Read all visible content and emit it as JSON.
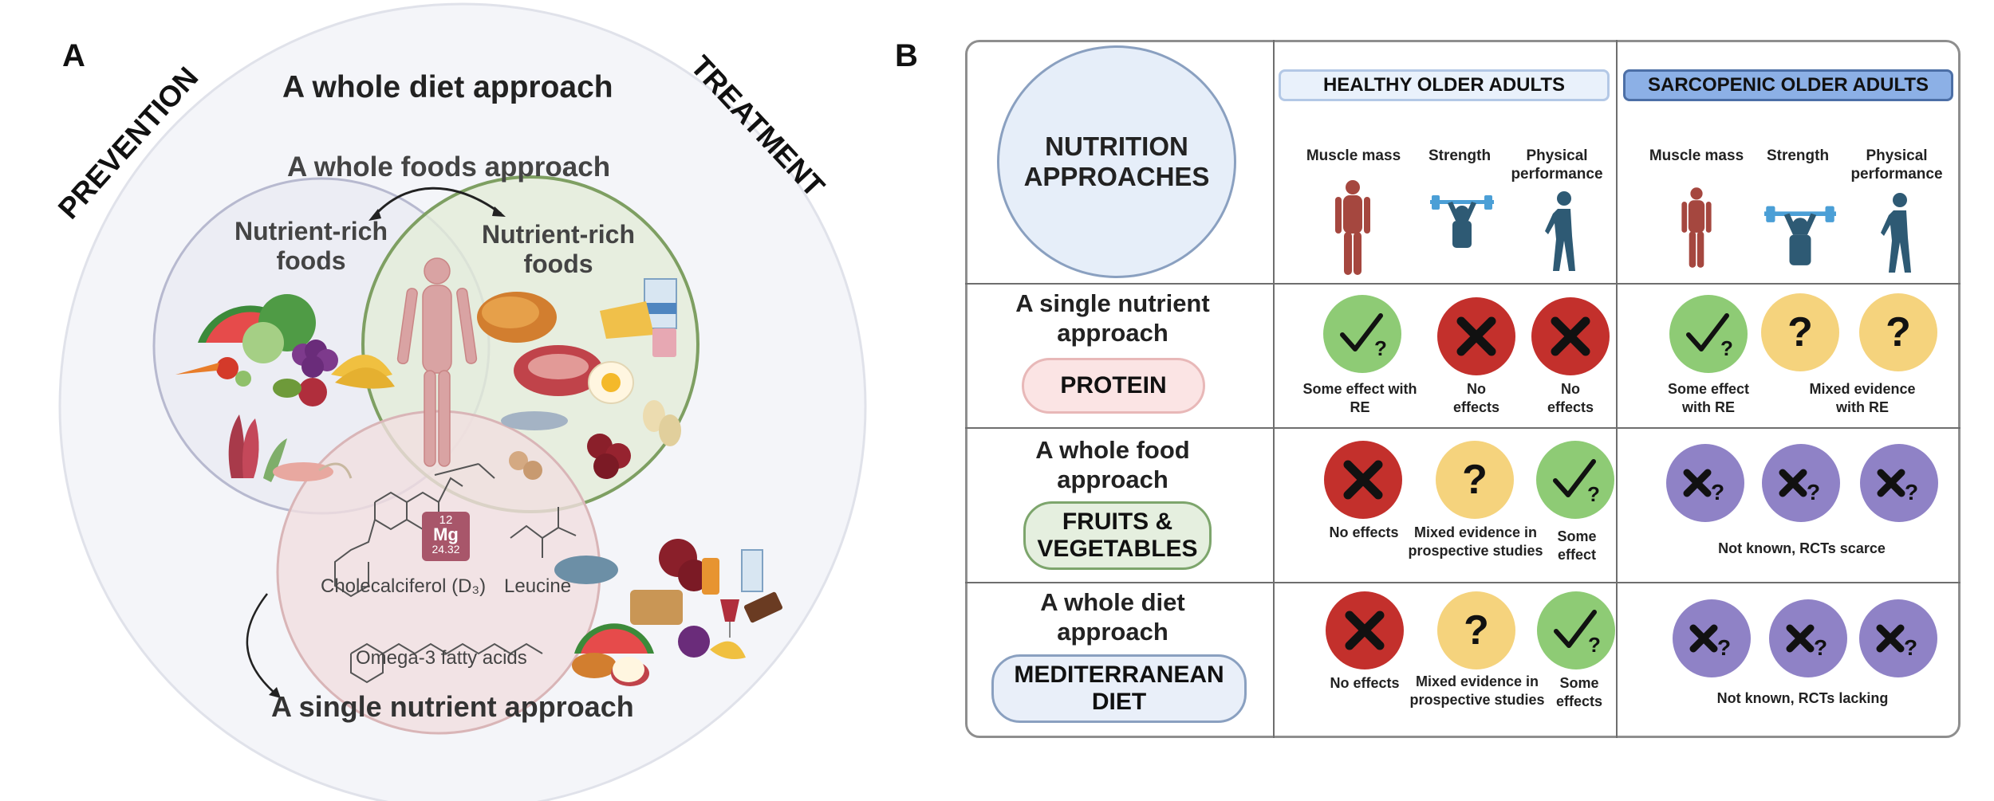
{
  "panel_a": {
    "letter": "A",
    "diet_title": "A whole diet approach",
    "prevention": "PREVENTION",
    "treatment": "TREATMENT",
    "foods_title": "A whole foods approach",
    "left_circle": "Nutrient-rich foods",
    "right_circle": "Nutrient-rich foods",
    "cholecalciferol": "Cholecalciferol (D₃)",
    "leucine": "Leucine",
    "omega": "Omega-3 fatty acids",
    "mg_number": "12",
    "mg_symbol": "Mg",
    "mg_weight": "24.32",
    "single_title": "A single nutrient approach"
  },
  "panel_b": {
    "letter": "B",
    "nutrition_approaches": "NUTRITION APPROACHES",
    "healthy_header": "HEALTHY OLDER ADULTS",
    "sarcopenic_header": "SARCOPENIC OLDER ADULTS",
    "col_muscle": "Muscle mass",
    "col_strength": "Strength",
    "col_physical": "Physical performance",
    "row1_title": "A single nutrient approach",
    "row1_pill": "PROTEIN",
    "row2_title": "A whole food approach",
    "row2_pill": "FRUITS & VEGETABLES",
    "row3_title": "A whole diet approach",
    "row3_pill": "MEDITERRANEAN DIET",
    "r1_h1_cap": "Some effect with RE",
    "r1_h2_cap": "No effects",
    "r1_h3_cap": "No effects",
    "r1_s1_cap": "Some effect with RE",
    "r1_s23_cap": "Mixed evidence with RE",
    "r2_h1_cap": "No effects",
    "r2_h2_cap": "Mixed evidence in prospective studies",
    "r2_h3_cap": "Some effect",
    "r2_s_cap": "Not known, RCTs scarce",
    "r3_h1_cap": "No effects",
    "r3_h2_cap": "Mixed evidence in prospective studies",
    "r3_h3_cap": "Some effects",
    "r3_s_cap": "Not known, RCTs lacking",
    "question_mark": "?",
    "colors": {
      "check": "#8ecb75",
      "cross": "#c3302c",
      "mixed": "#f5d37d",
      "unknown": "#8f82c6",
      "figure": "#2e5a74",
      "muscle": "#a5473f"
    }
  }
}
